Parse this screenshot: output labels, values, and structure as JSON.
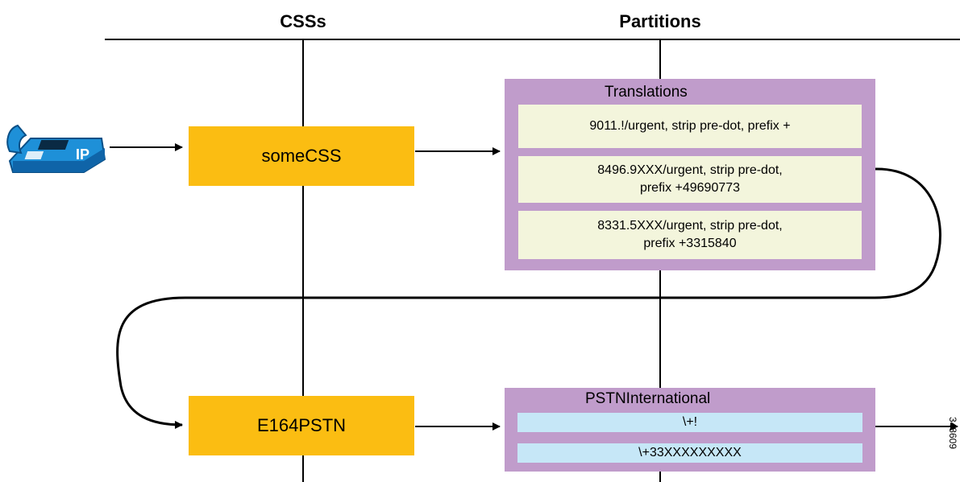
{
  "headers": {
    "css": "CSSs",
    "partitions": "Partitions"
  },
  "css_boxes": {
    "first": "someCSS",
    "second": "E164PSTN"
  },
  "translations": {
    "title": "Translations",
    "entries": [
      {
        "line1": "9011.!/urgent, strip pre-dot, prefix +",
        "line2": ""
      },
      {
        "line1": "8496.9XXX/urgent, strip pre-dot,",
        "line2": "prefix +49690773"
      },
      {
        "line1": "8331.5XXX/urgent, strip pre-dot,",
        "line2": "prefix +3315840"
      }
    ]
  },
  "pstn_international": {
    "title": "PSTNInternational",
    "entries": [
      "\\+!",
      "\\+33XXXXXXXXX"
    ]
  },
  "figure_id": "348609",
  "icon": "ip-phone-icon",
  "colors": {
    "css_box": "#fbbd12",
    "partition": "#c09ccb",
    "translation_entry": "#f3f5dc",
    "pstn_entry": "#c6e7f7",
    "phone": "#1e90d8"
  }
}
